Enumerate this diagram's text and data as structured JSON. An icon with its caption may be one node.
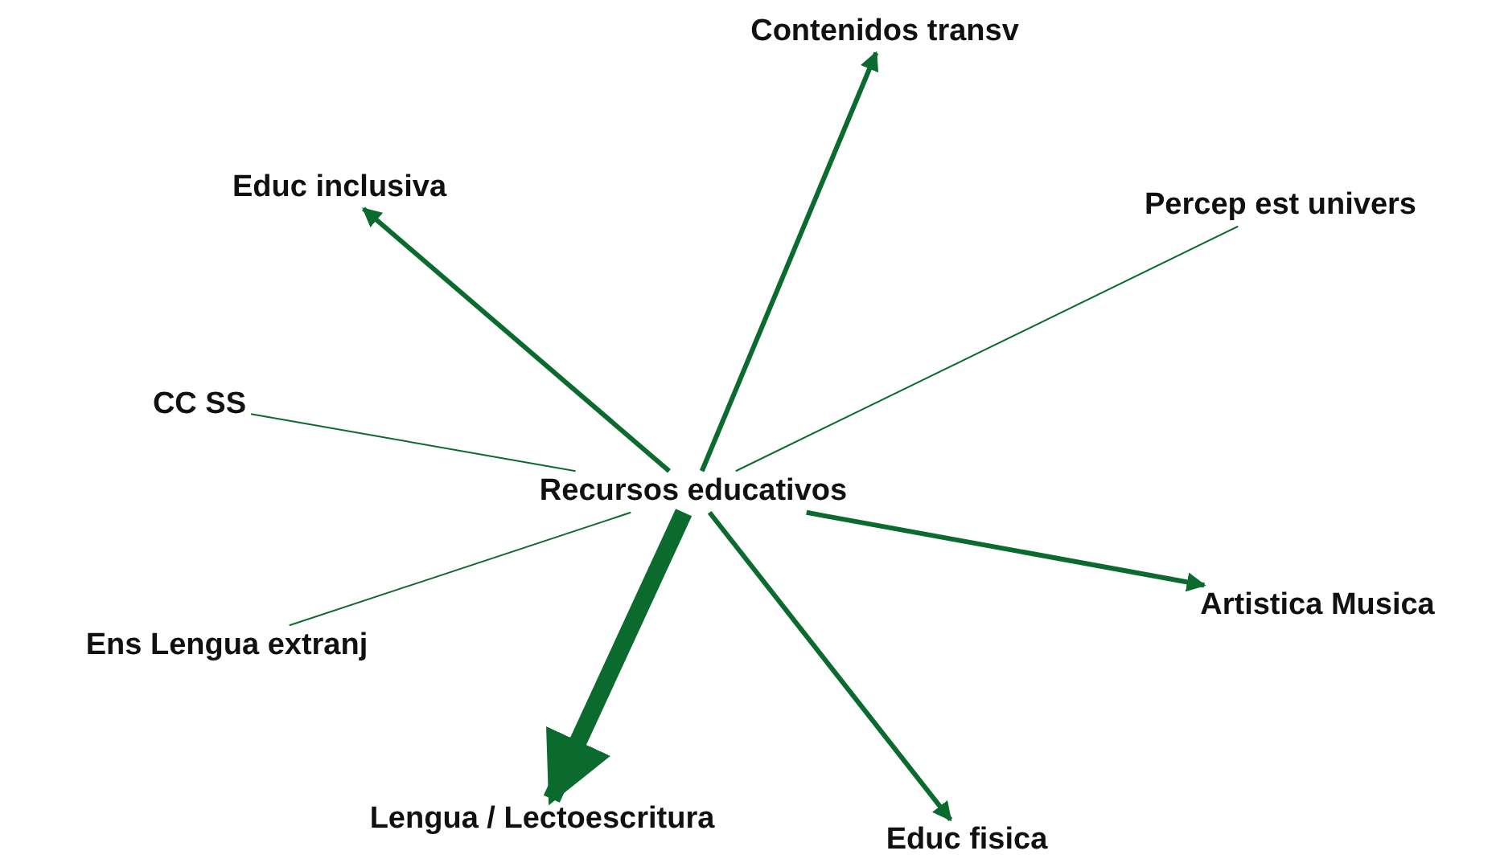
{
  "diagram": {
    "nodes": [
      {
        "text": [
          "Contenidos transv"
        ]
      },
      {
        "text": [
          "Educ inclusiva"
        ]
      },
      {
        "text": [
          "Percep est univers"
        ]
      },
      {
        "text": [
          "CC SS"
        ]
      },
      {
        "text": [
          "Recursos educativos"
        ]
      },
      {
        "text": [
          "Artistica Musica"
        ]
      },
      {
        "text": [
          "Ens Lengua extranj"
        ]
      },
      {
        "text": [
          "Lengua / Lectoescritura"
        ]
      },
      {
        "text": [
          "Educ fisica"
        ]
      }
    ],
    "edges": [
      {
        "from": 4,
        "to": 0,
        "arrow": "to"
      },
      {
        "from": 4,
        "to": 1,
        "arrow": "to"
      },
      {
        "from": 4,
        "to": 2,
        "arrow": "none"
      },
      {
        "from": 4,
        "to": 3,
        "arrow": "none"
      },
      {
        "from": 4,
        "to": 5,
        "arrow": "to"
      },
      {
        "from": 4,
        "to": 6,
        "arrow": "none"
      },
      {
        "from": 4,
        "to": 7,
        "arrow": "to",
        "style": "thick"
      },
      {
        "from": 4,
        "to": 8,
        "arrow": "to"
      }
    ]
  }
}
